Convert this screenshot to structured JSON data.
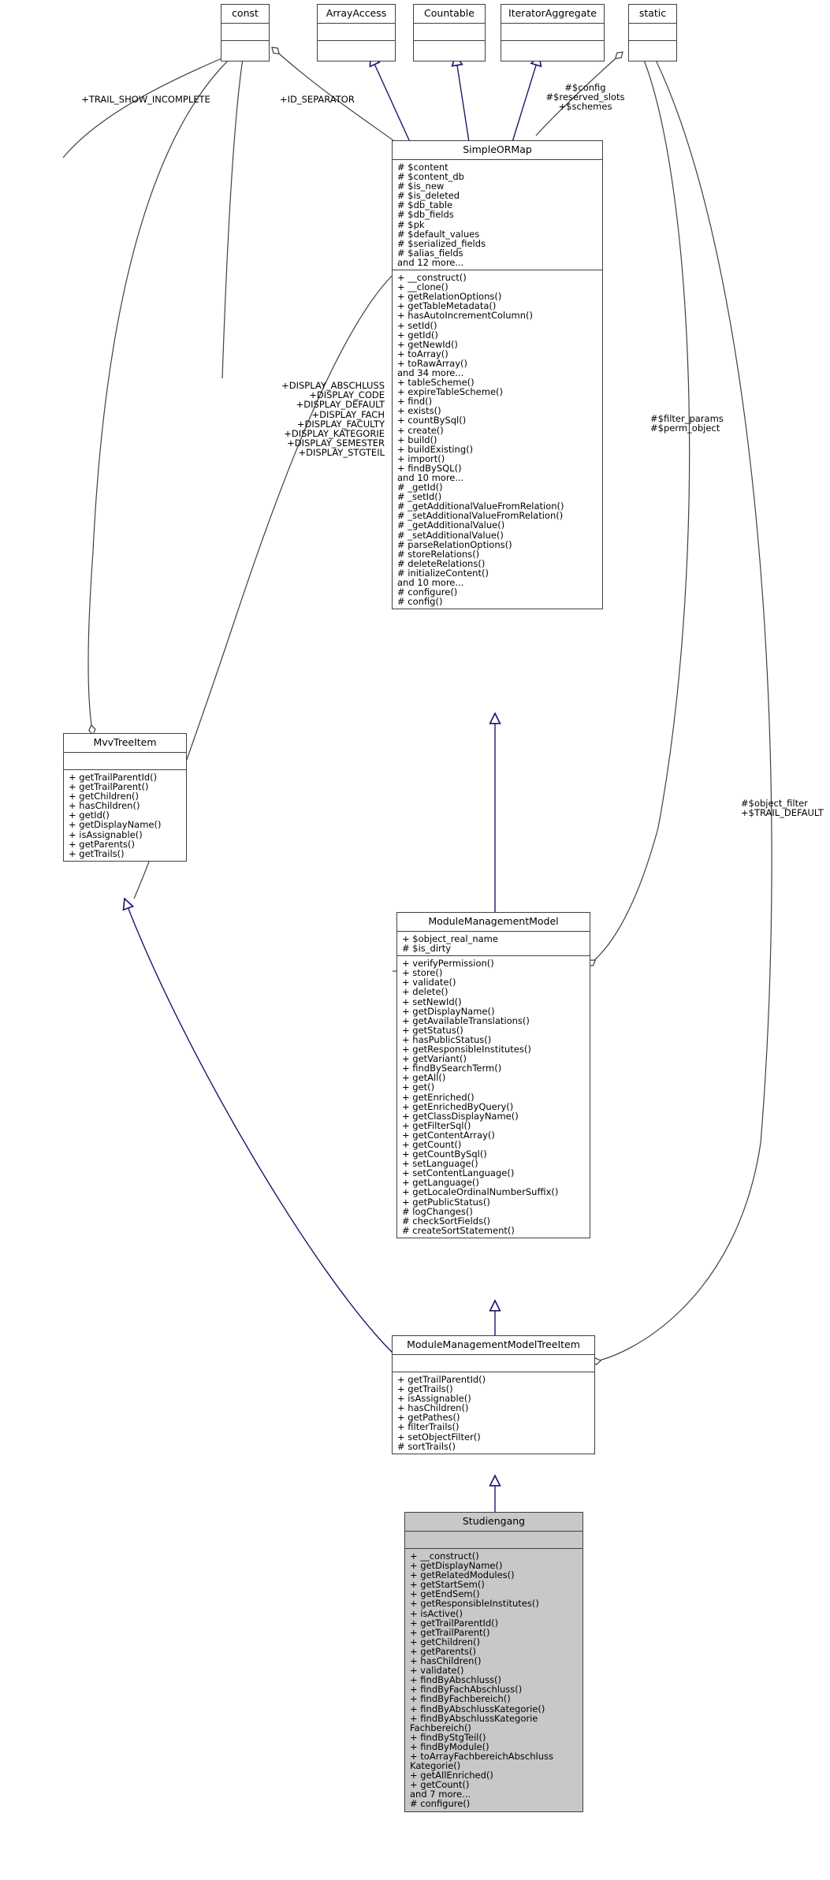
{
  "diagram": {
    "kind": "uml-class-inheritance-diagram",
    "colors": {
      "box_border": "#404040",
      "box_fill": "#ffffff",
      "highlight_fill": "#c8c8c8",
      "inheritance_edge": "#191970",
      "association_edge": "#404040"
    }
  },
  "classes": {
    "const": {
      "name": "const",
      "attributes": [],
      "operations": []
    },
    "arrayaccess": {
      "name": "ArrayAccess",
      "attributes": [],
      "operations": []
    },
    "countable": {
      "name": "Countable",
      "attributes": [],
      "operations": []
    },
    "iteratoraggregate": {
      "name": "IteratorAggregate",
      "attributes": [],
      "operations": []
    },
    "static": {
      "name": "static",
      "attributes": [],
      "operations": []
    },
    "simpleormap": {
      "name": "SimpleORMap",
      "attributes": [
        "# $content",
        "# $content_db",
        "# $is_new",
        "# $is_deleted",
        "# $db_table",
        "# $db_fields",
        "# $pk",
        "# $default_values",
        "# $serialized_fields",
        "# $alias_fields",
        "and 12 more..."
      ],
      "operations": [
        "+ __construct()",
        "+ __clone()",
        "+ getRelationOptions()",
        "+ getTableMetadata()",
        "+ hasAutoIncrementColumn()",
        "+ setId()",
        "+ getId()",
        "+ getNewId()",
        "+ toArray()",
        "+ toRawArray()",
        "and 34 more...",
        "+ tableScheme()",
        "+ expireTableScheme()",
        "+ find()",
        "+ exists()",
        "+ countBySql()",
        "+ create()",
        "+ build()",
        "+ buildExisting()",
        "+ import()",
        "+ findBySQL()",
        "and 10 more...",
        "# _getId()",
        "# _setId()",
        "# _getAdditionalValueFromRelation()",
        "# _setAdditionalValueFromRelation()",
        "# _getAdditionalValue()",
        "# _setAdditionalValue()",
        "# parseRelationOptions()",
        "# storeRelations()",
        "# deleteRelations()",
        "# initializeContent()",
        "and 10 more...",
        "# configure()",
        "# config()"
      ]
    },
    "mvvtreeitem": {
      "name": "MvvTreeItem",
      "attributes": [],
      "operations": [
        "+ getTrailParentId()",
        "+ getTrailParent()",
        "+ getChildren()",
        "+ hasChildren()",
        "+ getId()",
        "+ getDisplayName()",
        "+ isAssignable()",
        "+ getParents()",
        "+ getTrails()"
      ]
    },
    "modulemanagementmodel": {
      "name": "ModuleManagementModel",
      "attributes": [
        "+ $object_real_name",
        "# $is_dirty"
      ],
      "operations": [
        "+ verifyPermission()",
        "+ store()",
        "+ validate()",
        "+ delete()",
        "+ setNewId()",
        "+ getDisplayName()",
        "+ getAvailableTranslations()",
        "+ getStatus()",
        "+ hasPublicStatus()",
        "+ getResponsibleInstitutes()",
        "+ getVariant()",
        "+ findBySearchTerm()",
        "+ getAll()",
        "+ get()",
        "+ getEnriched()",
        "+ getEnrichedByQuery()",
        "+ getClassDisplayName()",
        "+ getFilterSql()",
        "+ getContentArray()",
        "+ getCount()",
        "+ getCountBySql()",
        "+ setLanguage()",
        "+ setContentLanguage()",
        "+ getLanguage()",
        "+ getLocaleOrdinalNumberSuffix()",
        "+ getPublicStatus()",
        "# logChanges()",
        "# checkSortFields()",
        "# createSortStatement()"
      ]
    },
    "modulemanagementmodeltreeitem": {
      "name": "ModuleManagementModelTreeItem",
      "attributes": [],
      "operations": [
        "+ getTrailParentId()",
        "+ getTrails()",
        "+ isAssignable()",
        "+ hasChildren()",
        "+ getPathes()",
        "+ filterTrails()",
        "+ setObjectFilter()",
        "# sortTrails()"
      ]
    },
    "studiengang": {
      "name": "Studiengang",
      "highlighted": true,
      "attributes": [],
      "operations": [
        "+ __construct()",
        "+ getDisplayName()",
        "+ getRelatedModules()",
        "+ getStartSem()",
        "+ getEndSem()",
        "+ getResponsibleInstitutes()",
        "+ isActive()",
        "+ getTrailParentId()",
        "+ getTrailParent()",
        "+ getChildren()",
        "+ getParents()",
        "+ hasChildren()",
        "+ validate()",
        "+ findByAbschluss()",
        "+ findByFachAbschluss()",
        "+ findByFachbereich()",
        "+ findByAbschlussKategorie()",
        "+ findByAbschlussKategorie\nFachbereich()",
        "+ findByStgTeil()",
        "+ findByModule()",
        "+ toArrayFachbereichAbschluss\nKategorie()",
        "+ getAllEnriched()",
        "+ getCount()",
        "and 7 more...",
        "# configure()"
      ]
    }
  },
  "edge_labels": {
    "trail_show_incomplete": "+TRAIL_SHOW_INCOMPLETE",
    "id_separator": "+ID_SEPARATOR",
    "config_block": "#$config\n#$reserved_slots\n+$schemes",
    "display_block": "+DISPLAY_ABSCHLUSS\n+DISPLAY_CODE\n+DISPLAY_DEFAULT\n+DISPLAY_FACH\n+DISPLAY_FACULTY\n+DISPLAY_KATEGORIE\n+DISPLAY_SEMESTER\n+DISPLAY_STGTEIL",
    "filter_params_block": "#$filter_params\n#$perm_object",
    "object_filter_block": "#$object_filter\n+$TRAIL_DEFAULT"
  }
}
